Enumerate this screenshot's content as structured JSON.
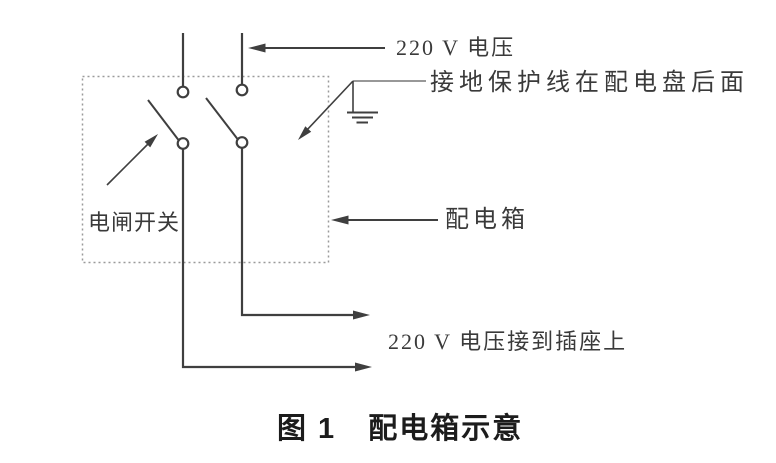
{
  "figure": {
    "type": "wiring-diagram",
    "caption": {
      "number": "图 1",
      "title": "配电箱示意"
    },
    "labels": {
      "supply_voltage": "220 V 电压",
      "ground_note": "接地保护线在配电盘后面",
      "main_switch": "电闸开关",
      "distribution_box": "配电箱",
      "socket_voltage": "220 V 电压接到插座上"
    },
    "symbols": {
      "ground": "earth-ground-icon",
      "switch_contacts": "open-knife-switch-icon",
      "enclosure": "dashed-outline-box"
    },
    "colors": {
      "line": "#3f3f3f",
      "text": "#3a3a3a",
      "caption_text": "#1c1c1c",
      "dashed_outline": "#9a9a9a",
      "background": "#ffffff"
    }
  }
}
